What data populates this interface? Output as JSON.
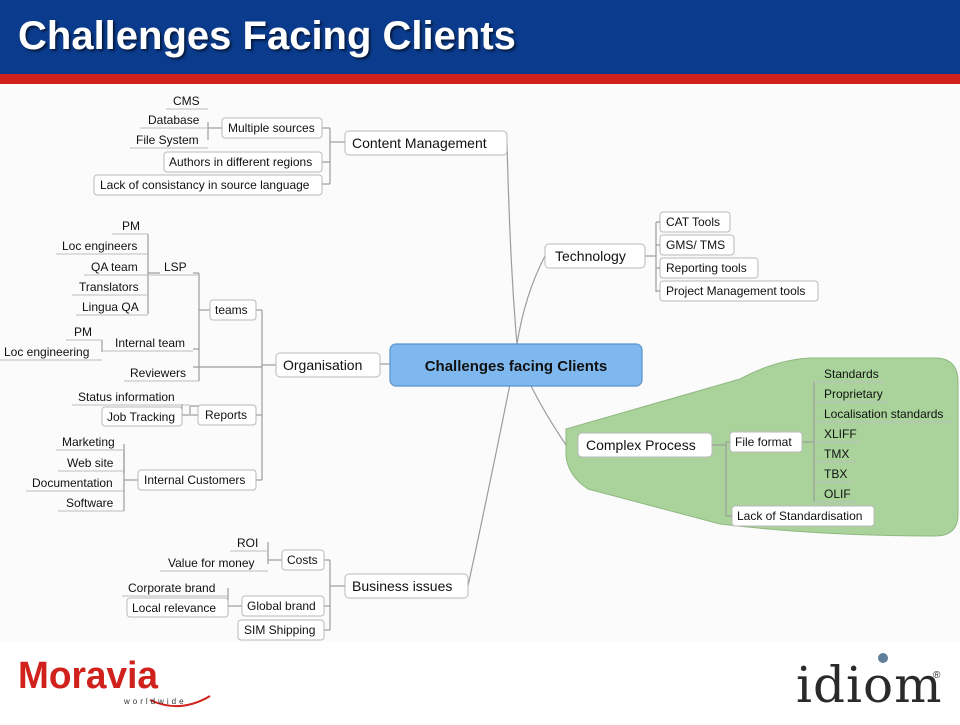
{
  "slide": {
    "title": "Challenges Facing Clients"
  },
  "mindmap": {
    "center": "Challenges facing Clients",
    "content_management": {
      "label": "Content Management",
      "multiple_sources": "Multiple sources",
      "cms": "CMS",
      "database": "Database",
      "file_system": "File System",
      "authors": "Authors in different regions",
      "lack_consistency": "Lack of consistancy in source language"
    },
    "organisation": {
      "label": "Organisation",
      "teams": "teams",
      "lsp": "LSP",
      "pm": "PM",
      "loc_engineers": "Loc engineers",
      "qa_team": "QA team",
      "translators": "Translators",
      "lingua_qa": "Lingua QA",
      "internal_team": "Internal team",
      "internal_pm": "PM",
      "loc_engineering": "Loc engineering",
      "reviewers": "Reviewers",
      "reports": "Reports",
      "status_information": "Status information",
      "job_tracking": "Job Tracking",
      "internal_customers": "Internal Customers",
      "marketing": "Marketing",
      "web_site": "Web site",
      "documentation": "Documentation",
      "software": "Software"
    },
    "business_issues": {
      "label": "Business issues",
      "costs": "Costs",
      "roi": "ROI",
      "value_for_money": "Value for money",
      "global_brand": "Global brand",
      "corporate_brand": "Corporate brand",
      "local_relevance": "Local relevance",
      "sim_shipping": "SIM Shipping"
    },
    "technology": {
      "label": "Technology",
      "cat_tools": "CAT Tools",
      "gms_tms": "GMS/ TMS",
      "reporting_tools": "Reporting tools",
      "project_management_tools": "Project Management tools"
    },
    "complex_process": {
      "label": "Complex Process",
      "file_format": "File format",
      "standards": "Standards",
      "proprietary": "Proprietary",
      "localisation_standards": "Localisation standards",
      "xliff": "XLIFF",
      "tmx": "TMX",
      "tbx": "TBX",
      "olif": "OLIF",
      "lack_standardisation": "Lack of Standardisation"
    }
  },
  "footer": {
    "moravia": {
      "name": "Moravia",
      "tagline": "worldwide"
    },
    "idiom": {
      "name": "idiom",
      "mark": "®"
    }
  },
  "colors": {
    "header_blue": "#0b3b8c",
    "header_red": "#d0211c",
    "center_node": "#7fb8ee",
    "highlight_green": "#a9d39a",
    "moravia_red": "#d0211c"
  }
}
